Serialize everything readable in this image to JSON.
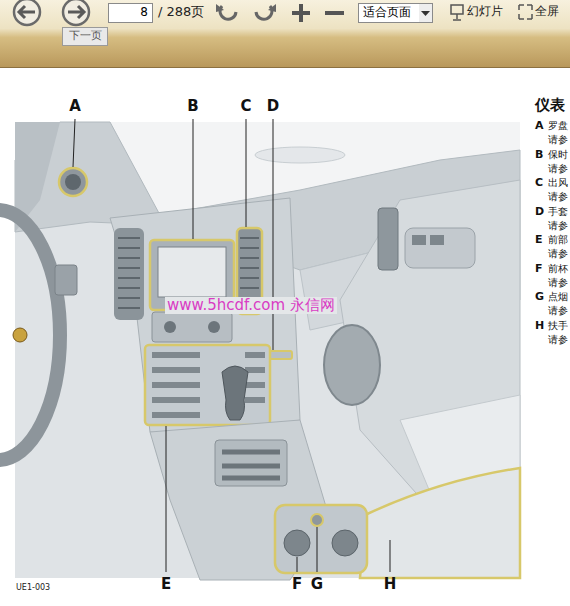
{
  "diagram": {
    "nodes": [
      {
        "text": [
          "8"
        ]
      },
      {
        "text": [
          "适合页面"
        ]
      },
      {
        "text": [
          "下一页"
        ]
      }
    ],
    "labels": [
      "/ 288页",
      "幻灯片",
      "全屏",
      "A",
      "B",
      "C",
      "D",
      "www.5hcdf.com 永信网",
      "E",
      "F",
      "G",
      "H",
      "UE1-003",
      "仪表",
      "A",
      "罗盘",
      "请参",
      "B",
      "保时",
      "请参",
      "C",
      "出风",
      "请参",
      "D",
      "手套",
      "请参",
      "E",
      "前部",
      "请参",
      "F",
      "前杯",
      "请参",
      "G",
      "点烟",
      "请参",
      "H",
      "扶手",
      "请参"
    ]
  }
}
